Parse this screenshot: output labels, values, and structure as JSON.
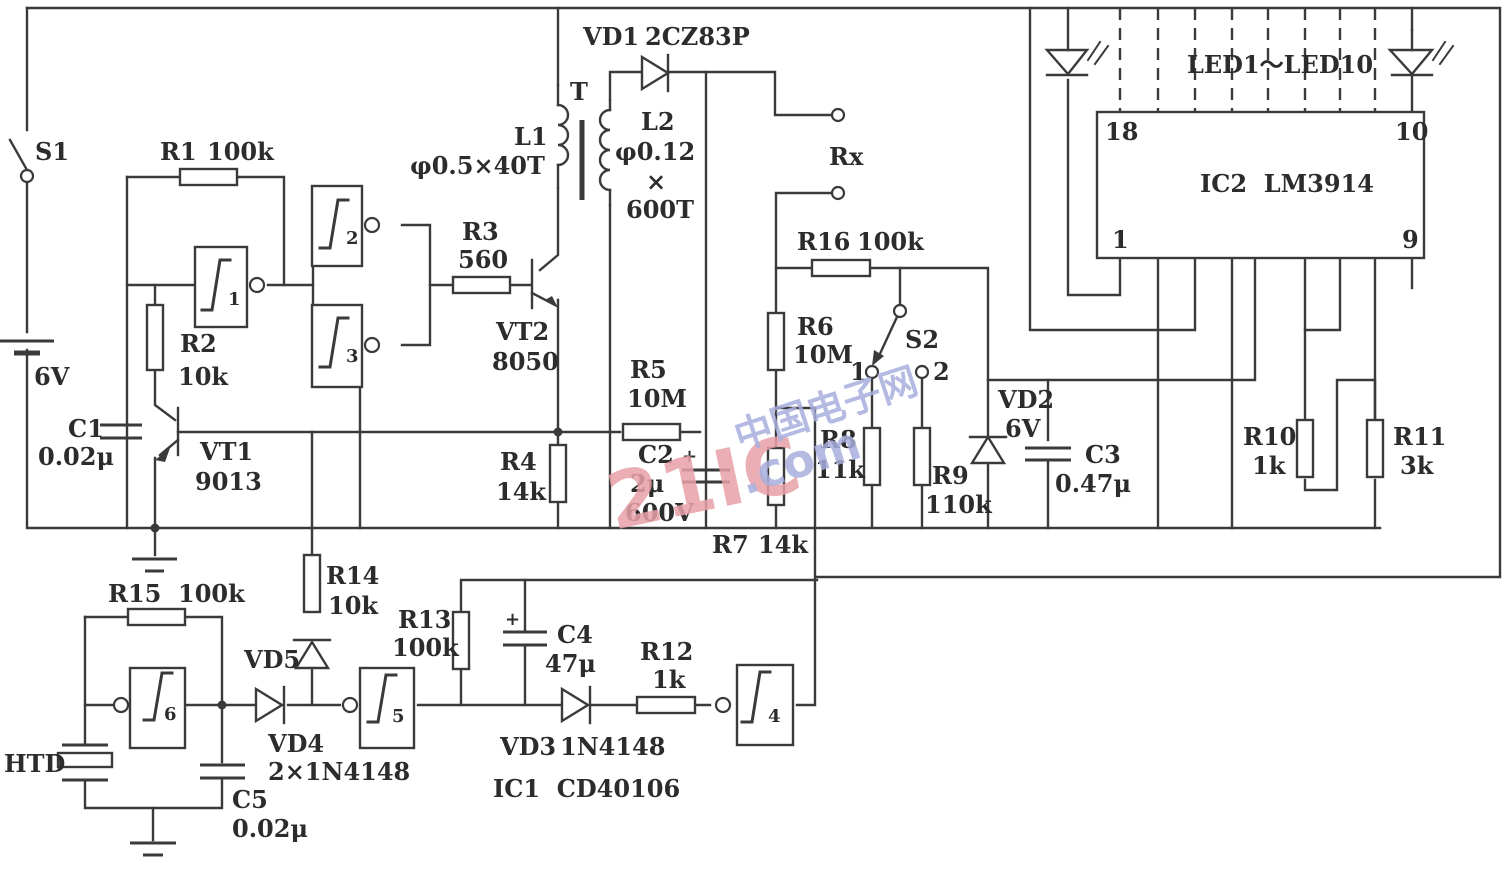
{
  "diagram": {
    "type": "circuit-schematic",
    "title": "Resistance / insulation tester with LM3914 LED bar display",
    "watermark": {
      "brand": "21IC",
      "site": ".com",
      "cn_text": "中国电子网"
    },
    "components": {
      "S1": {
        "ref": "S1",
        "type": "switch"
      },
      "battery": {
        "value": "6V"
      },
      "R1": {
        "ref": "R1",
        "value": "100k"
      },
      "R2": {
        "ref": "R2",
        "value": "10k"
      },
      "R3": {
        "ref": "R3",
        "value": "560"
      },
      "R4": {
        "ref": "R4",
        "value": "14k"
      },
      "R5": {
        "ref": "R5",
        "value": "10M"
      },
      "R6": {
        "ref": "R6",
        "value": "10M"
      },
      "R7": {
        "ref": "R7",
        "value": "14k"
      },
      "R8": {
        "ref": "R8",
        "value": "11k"
      },
      "R9": {
        "ref": "R9",
        "value": "110k"
      },
      "R10": {
        "ref": "R10",
        "value": "1k"
      },
      "R11": {
        "ref": "R11",
        "value": "3k"
      },
      "R12": {
        "ref": "R12",
        "value": "1k"
      },
      "R13": {
        "ref": "R13",
        "value": "100k"
      },
      "R14": {
        "ref": "R14",
        "value": "10k"
      },
      "R15": {
        "ref": "R15",
        "value": "100k"
      },
      "R16": {
        "ref": "R16",
        "value": "100k"
      },
      "C1": {
        "ref": "C1",
        "value": "0.02μ"
      },
      "C2": {
        "ref": "C2",
        "value": "2μ",
        "rating": "600V"
      },
      "C3": {
        "ref": "C3",
        "value": "0.47μ"
      },
      "C4": {
        "ref": "C4",
        "value": "47μ"
      },
      "C5": {
        "ref": "C5",
        "value": "0.02μ"
      },
      "VT1": {
        "ref": "VT1",
        "value": "9013"
      },
      "VT2": {
        "ref": "VT2",
        "value": "8050"
      },
      "VD1": {
        "ref": "VD1",
        "value": "2CZ83P"
      },
      "VD2": {
        "ref": "VD2",
        "value": "6V"
      },
      "VD3": {
        "ref": "VD3",
        "value": "1N4148"
      },
      "VD4": {
        "ref": "VD4",
        "value": "2×1N4148"
      },
      "VD5": {
        "ref": "VD5"
      },
      "T": {
        "ref": "T"
      },
      "L1": {
        "ref": "L1",
        "value": "φ0.5×40T"
      },
      "L2": {
        "ref": "L2",
        "value_line1": "φ0.12",
        "value_line2": "×",
        "value_line3": "600T"
      },
      "Rx": {
        "ref": "Rx"
      },
      "S2": {
        "ref": "S2",
        "pos1": "1",
        "pos2": "2"
      },
      "HTD": {
        "ref": "HTD"
      },
      "LEDs": {
        "label": "LED1～LED10"
      },
      "IC2": {
        "label": "IC2  LM3914",
        "pin18": "18",
        "pin10": "10",
        "pin1": "1",
        "pin9": "9"
      },
      "IC1": {
        "label": "IC1  CD40106"
      },
      "gates": [
        {
          "id": "1",
          "symbol": "I"
        },
        {
          "id": "2",
          "symbol": "I"
        },
        {
          "id": "3",
          "symbol": "I"
        },
        {
          "id": "4",
          "symbol": "I"
        },
        {
          "id": "5",
          "symbol": "I"
        },
        {
          "id": "6",
          "symbol": "I"
        }
      ]
    }
  }
}
